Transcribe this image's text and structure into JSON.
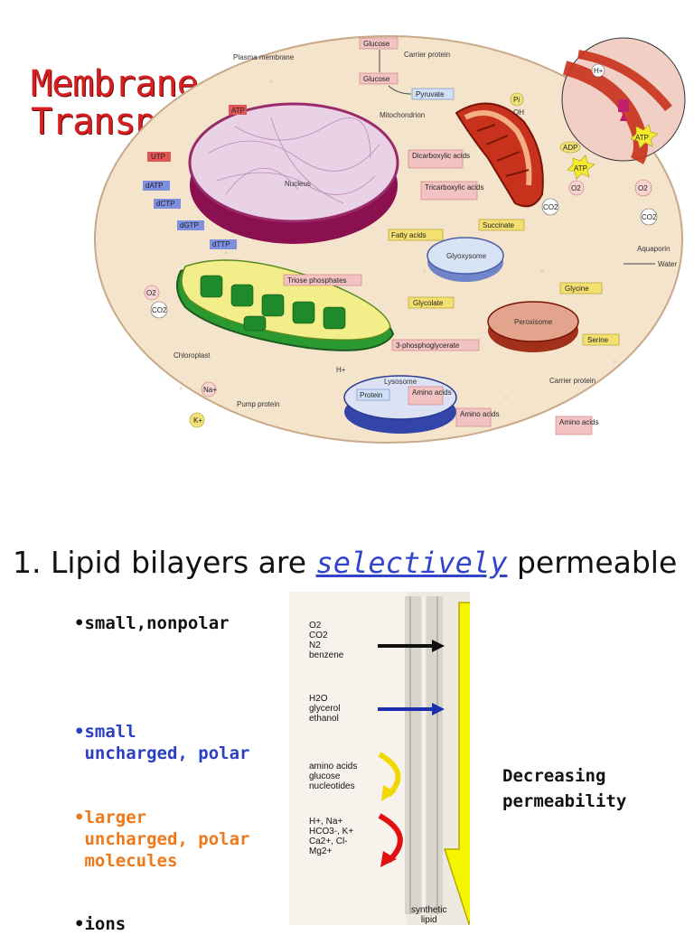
{
  "title": {
    "line1": "Membrane",
    "line2": "Transport"
  },
  "cell_diagram": {
    "labels": {
      "plasma_membrane": "Plasma membrane",
      "carrier_protein_top": "Carrier protein",
      "glucose_1": "Glucose",
      "glucose_2": "Glucose",
      "pyruvate": "Pyruvate",
      "mitochondrion": "Mitochondrion",
      "pi": "Pi",
      "oh": "OH",
      "atp_top": "ATP",
      "dicarboxylic": "Dicarboxylic acids",
      "tricarboxylic": "Tricarboxylic acids",
      "adp": "ADP",
      "atp_mito": "ATP",
      "o2_mito": "O2",
      "co2_mito": "CO2",
      "o2_right": "O2",
      "co2_right": "CO2",
      "h_plus_inset": "H+",
      "atp_inset": "ATP",
      "nucleus": "Nucleus",
      "utp": "UTP",
      "datp": "dATP",
      "dctp": "dCTP",
      "dgtp": "dGTP",
      "dttp": "dTTP",
      "fatty_acids": "Fatty acids",
      "succinate": "Succinate",
      "glyoxysome": "Glyoxysome",
      "aquaporin": "Aquaporin",
      "water": "Water",
      "triose_phosphates": "Triose phosphates",
      "glycolate": "Glycolate",
      "glycine": "Glycine",
      "peroxisome": "Peroxisome",
      "serine": "Serine",
      "o2_chloro": "O2",
      "co2_chloro": "CO2",
      "chloroplast": "Chloroplast",
      "phosphoglycerate": "3-phosphoglycerate",
      "h_plus_lyso": "H+",
      "lysosome": "Lysosome",
      "protein": "Protein",
      "amino_acids_lyso": "Amino acids",
      "amino_acids_out": "Amino acids",
      "carrier_protein_bottom": "Carrier protein",
      "amino_acids_carrier": "Amino acids",
      "na_plus": "Na+",
      "k_plus": "K+",
      "pump_protein": "Pump protein"
    }
  },
  "heading": {
    "prefix": "1. Lipid bilayers are ",
    "emphasis": "selectively",
    "suffix": " permeable"
  },
  "categories": [
    {
      "text": "•small,nonpolar",
      "color": "#111111"
    },
    {
      "text": "•small\n uncharged, polar",
      "color": "#2b3fc4"
    },
    {
      "text": "•larger\n uncharged, polar\n molecules",
      "color": "#f07818"
    },
    {
      "text": "•ions",
      "color": "#111111"
    }
  ],
  "permeability": {
    "group1": "O2\nCO2\nN2\nbenzene",
    "group2": "H2O\nglycerol\nethanol",
    "group3": "amino acids\nglucose\nnucleotides",
    "group4": "H+, Na+\nHCO3-, K+\nCa2+, Cl-\nMg2+",
    "bilayer_label": "synthetic\nlipid",
    "decreasing_label": "Decreasing\npermeability",
    "colors": {
      "arrow_fill": "#f5f500",
      "arrow_stroke": "#b8a800",
      "black_arrow": "#111111",
      "blue_arrow": "#1b2fb0",
      "yellow_curve": "#f0d800",
      "red_curve": "#e01010"
    }
  }
}
